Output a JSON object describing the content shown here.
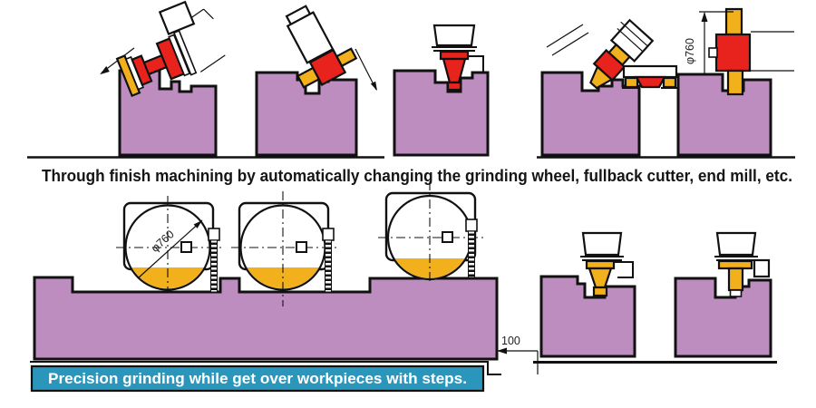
{
  "captions": {
    "process_caption": "Through finish machining by automatically changing the grinding wheel, fullback cutter, end mill, etc.",
    "banner_caption": "Precision grinding while get over workpieces with steps."
  },
  "dimensions": {
    "spindle_wheel_diameter": "φ760",
    "grinding_wheel_diameter": "φ760",
    "step_height": "100"
  },
  "colors": {
    "workpiece": "#bd8dc0",
    "tool_red": "#e8221c",
    "tool_yellow": "#f1b01c",
    "banner_blue": "#2a96bc",
    "outline": "#111111",
    "background": "#ffffff",
    "caption_text": "#151515",
    "banner_text": "#ffffff"
  }
}
